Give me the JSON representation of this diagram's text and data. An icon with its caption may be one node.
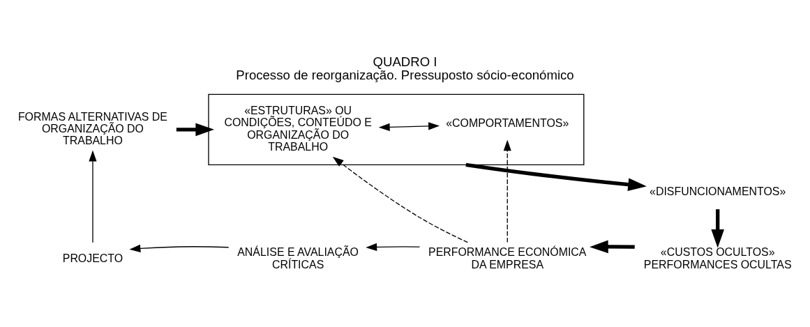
{
  "diagram": {
    "title": "QUADRO I",
    "caption": "Processo de reorganização. Pressuposto sócio-económico",
    "nodes": [
      {
        "text": [
          "FORMAS ALTERNATIVAS DE ORGANIZAÇÃO DO TRABALHO"
        ]
      },
      {
        "text": [],
        "shape": "box"
      },
      {
        "text": [
          "«ESTRUTURAS» OU CONDIÇÕES, CONTEÚDO E ORGANIZAÇÃO DO TRABALHO"
        ],
        "in": 1
      },
      {
        "text": [
          "«COMPORTAMENTOS»"
        ],
        "in": 1
      },
      {
        "text": [
          "«DISFUNCIONAMENTOS»"
        ]
      },
      {
        "text": [
          "«CUSTOS OCULTOS» PERFORMANCES OCULTAS"
        ]
      },
      {
        "text": [
          "PERFORMANCE ECONÓMICA DA EMPRESA"
        ]
      },
      {
        "text": [
          "ANÁLISE E AVALIAÇÃO CRÍTICAS"
        ]
      },
      {
        "text": [
          "PROJECTO"
        ]
      }
    ],
    "edges": [
      {
        "from": 0,
        "to": 1,
        "arrow": "to",
        "style": "thick"
      },
      {
        "from": 2,
        "to": 3,
        "arrow": "both"
      },
      {
        "from": 1,
        "to": 4,
        "arrow": "to",
        "style": "thick"
      },
      {
        "from": 4,
        "to": 5,
        "arrow": "to",
        "style": "thick"
      },
      {
        "from": 5,
        "to": 6,
        "arrow": "to",
        "style": "thick"
      },
      {
        "from": 6,
        "to": 7,
        "arrow": "to"
      },
      {
        "from": 7,
        "to": 8,
        "arrow": "to"
      },
      {
        "from": 8,
        "to": 0,
        "arrow": "to"
      },
      {
        "from": 6,
        "to": 2,
        "arrow": "to",
        "style": "dashed"
      },
      {
        "from": 6,
        "to": 3,
        "arrow": "to",
        "style": "dashed"
      }
    ]
  }
}
